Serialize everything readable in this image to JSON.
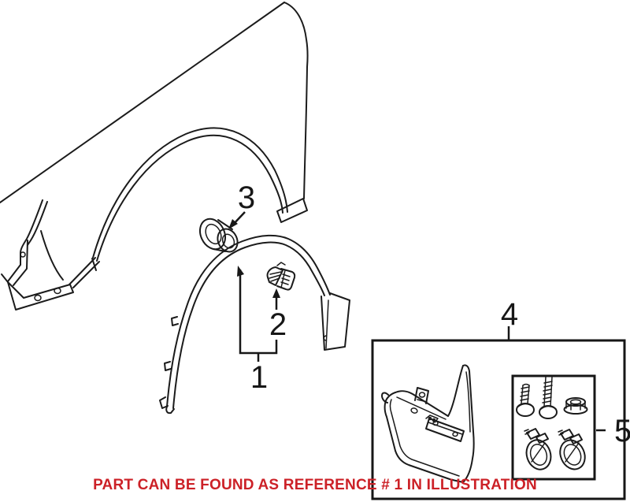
{
  "illustration": {
    "description": "exploded parts line drawing: front fender, wheel arch molding, fasteners, mud flap kit",
    "callouts": {
      "ref1": "1",
      "ref2": "2",
      "ref3": "3",
      "ref4": "4",
      "ref5": "5"
    }
  },
  "note": {
    "text": "PART CAN BE FOUND AS REFERENCE # 1 IN ILLUSTRATION"
  },
  "colors": {
    "line": "#1b1b1b",
    "note_red": "#cc2127",
    "background": "#ffffff"
  }
}
